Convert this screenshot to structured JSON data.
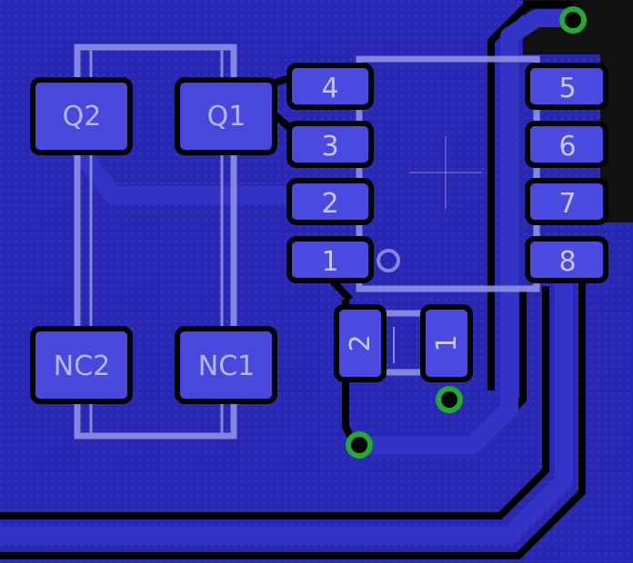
{
  "board": {
    "colors": {
      "background": "#2a2ab8",
      "copper": "#3a3ad0",
      "pad": "#4a4ae0",
      "gap": "#000000",
      "silkscreen": "#9a9ae8",
      "via": "#22aa33"
    },
    "footprints": [
      {
        "label": "Q2"
      },
      {
        "label": "Q1"
      },
      {
        "label": "NC2"
      },
      {
        "label": "NC1"
      }
    ],
    "ic_pins": [
      "1",
      "2",
      "3",
      "4",
      "5",
      "6",
      "7",
      "8"
    ],
    "small_part_pins": [
      "2",
      "1"
    ]
  }
}
